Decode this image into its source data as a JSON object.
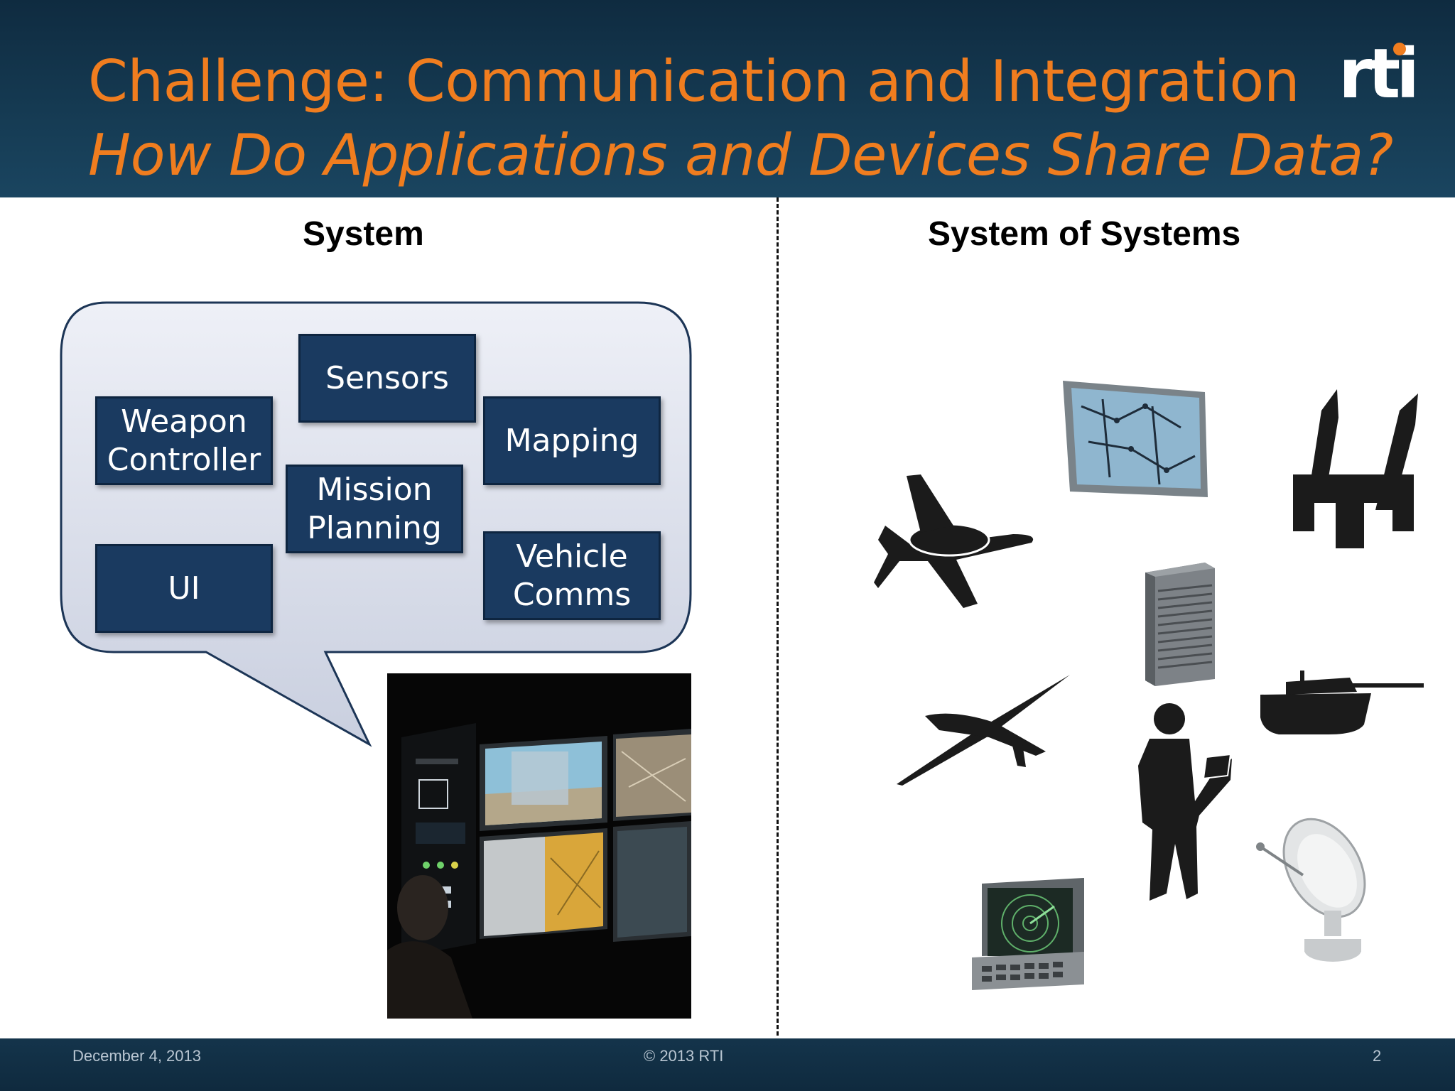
{
  "header": {
    "title": "Challenge: Communication and Integration",
    "subtitle": "How Do Applications and Devices Share Data?",
    "logo_text": "rti"
  },
  "left_section": {
    "heading": "System",
    "modules": {
      "sensors": "Sensors",
      "weapon_line1": "Weapon",
      "weapon_line2": "Controller",
      "mapping": "Mapping",
      "mission_line1": "Mission",
      "mission_line2": "Planning",
      "ui": "UI",
      "vehicle_line1": "Vehicle",
      "vehicle_line2": "Comms"
    }
  },
  "right_section": {
    "heading": "System of Systems",
    "icons": [
      "aircraft-icon",
      "map-display-icon",
      "missile-launcher-icon",
      "server-icon",
      "drone-icon",
      "soldier-icon",
      "tank-icon",
      "radar-console-icon",
      "satellite-dish-icon"
    ]
  },
  "footer": {
    "date": "December 4, 2013",
    "copyright": "© 2013 RTI",
    "page": "2"
  },
  "colors": {
    "accent_orange": "#f07d1f",
    "header_navy": "#153a52",
    "module_blue": "#1a3a60"
  }
}
